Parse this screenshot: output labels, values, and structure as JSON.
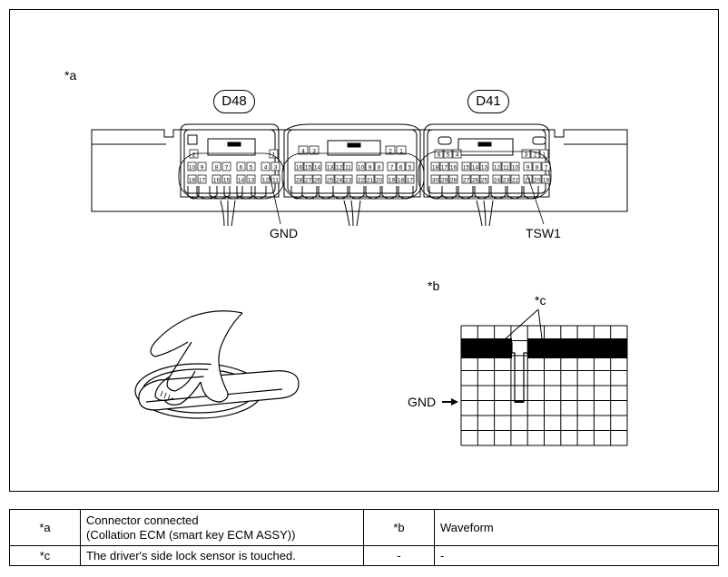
{
  "figure": {
    "label_a": "*a",
    "label_b": "*b",
    "label_c": "*c",
    "connectors": [
      {
        "id": "D48"
      },
      {
        "id": "D41"
      }
    ],
    "pins_d48_row1": [
      "2",
      "1"
    ],
    "pins_d48_row2": [
      "10",
      "9",
      "8",
      "7",
      "6",
      "5",
      "4",
      "3"
    ],
    "pins_d48_row3": [
      "18",
      "17",
      "16",
      "15",
      "14",
      "13",
      "12",
      "11"
    ],
    "pins_mid_row1": [
      "4",
      "3",
      "2",
      "1"
    ],
    "pins_mid_row2": [
      "16",
      "15",
      "14",
      "13",
      "12",
      "11",
      "10",
      "9",
      "8",
      "7",
      "6",
      "5"
    ],
    "pins_mid_row3": [
      "28",
      "27",
      "26",
      "25",
      "24",
      "23",
      "22",
      "21",
      "20",
      "19",
      "18",
      "17"
    ],
    "pins_d41_row1": [
      "6",
      "5",
      "4",
      "3",
      "2",
      "1"
    ],
    "pins_d41_row2": [
      "18",
      "17",
      "16",
      "15",
      "14",
      "13",
      "12",
      "11",
      "10",
      "9",
      "8",
      "7"
    ],
    "pins_d41_row3": [
      "30",
      "29",
      "28",
      "27",
      "26",
      "25",
      "24",
      "23",
      "22",
      "21",
      "20",
      "19"
    ],
    "gnd_label": "GND",
    "tsw1_label": "TSW1",
    "waveform_gnd_label": "GND"
  },
  "legend": {
    "rows": [
      {
        "key1": "*a",
        "desc1_line1": "Connector connected",
        "desc1_line2": "(Collation ECM (smart key ECM ASSY))",
        "key2": "*b",
        "desc2": "Waveform"
      },
      {
        "key1": "*c",
        "desc1_line1": "The driver's side lock sensor is touched.",
        "desc1_line2": "",
        "key2": "-",
        "desc2": "-"
      }
    ]
  }
}
